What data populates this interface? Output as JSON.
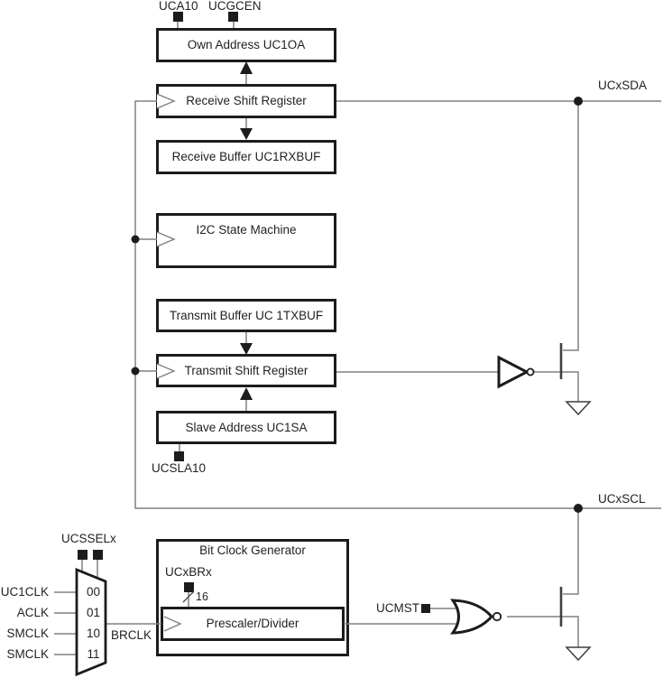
{
  "signals": {
    "uca10": "UCA10",
    "ucgcen": "UCGCEN",
    "ucxsda": "UCxSDA",
    "ucxscl": "UCxSCL",
    "ucsla10": "UCSLA10",
    "ucmst": "UCMST",
    "ucxbrx": "UCxBRx",
    "bus_width": "16"
  },
  "blocks": {
    "own_address": "Own Address UC1OA",
    "receive_shift": "Receive Shift Register",
    "receive_buffer": "Receive Buffer UC1RXBUF",
    "i2c_state_machine": "I2C State Machine",
    "transmit_buffer": "Transmit Buffer UC 1TXBUF",
    "transmit_shift": "Transmit Shift Register",
    "slave_address": "Slave Address UC1SA",
    "bit_clock_generator": "Bit Clock Generator",
    "prescaler": "Prescaler/Divider"
  },
  "mux": {
    "select_label": "UCSSELx",
    "output": "BRCLK",
    "inputs": [
      {
        "name": "UC1CLK",
        "code": "00"
      },
      {
        "name": "ACLK",
        "code": "01"
      },
      {
        "name": "SMCLK",
        "code": "10"
      },
      {
        "name": "SMCLK",
        "code": "11"
      }
    ]
  },
  "colors": {
    "wire": "#808080",
    "ink": "#231f20",
    "box_border": "#1c1c1c"
  }
}
